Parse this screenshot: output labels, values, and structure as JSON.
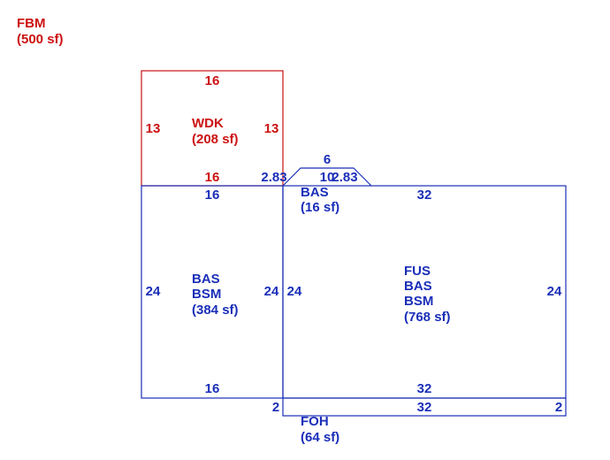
{
  "summary": {
    "code": "FBM",
    "area": "(500 sf)"
  },
  "colors": {
    "deck": "#cc1111",
    "house": "#1a2fb8"
  },
  "wdk": {
    "code": "WDK",
    "area": "(208 sf)",
    "top": "16",
    "bottom": "16",
    "left": "13",
    "right": "13"
  },
  "bay": {
    "code": "BAS",
    "area": "(16 sf)",
    "top": "6",
    "base": "10",
    "left_side": "2.83",
    "right_side": "2.83"
  },
  "west": {
    "line1": "BAS",
    "line2": "BSM",
    "area": "(384 sf)",
    "top": "16",
    "bottom": "16",
    "left": "24",
    "right": "24"
  },
  "main": {
    "line1": "FUS",
    "line2": "BAS",
    "line3": "BSM",
    "area": "(768 sf)",
    "top": "32",
    "bottom": "32",
    "left": "24",
    "right": "24"
  },
  "porch": {
    "code": "FOH",
    "area": "(64 sf)",
    "length": "32",
    "left": "2",
    "right": "2"
  }
}
